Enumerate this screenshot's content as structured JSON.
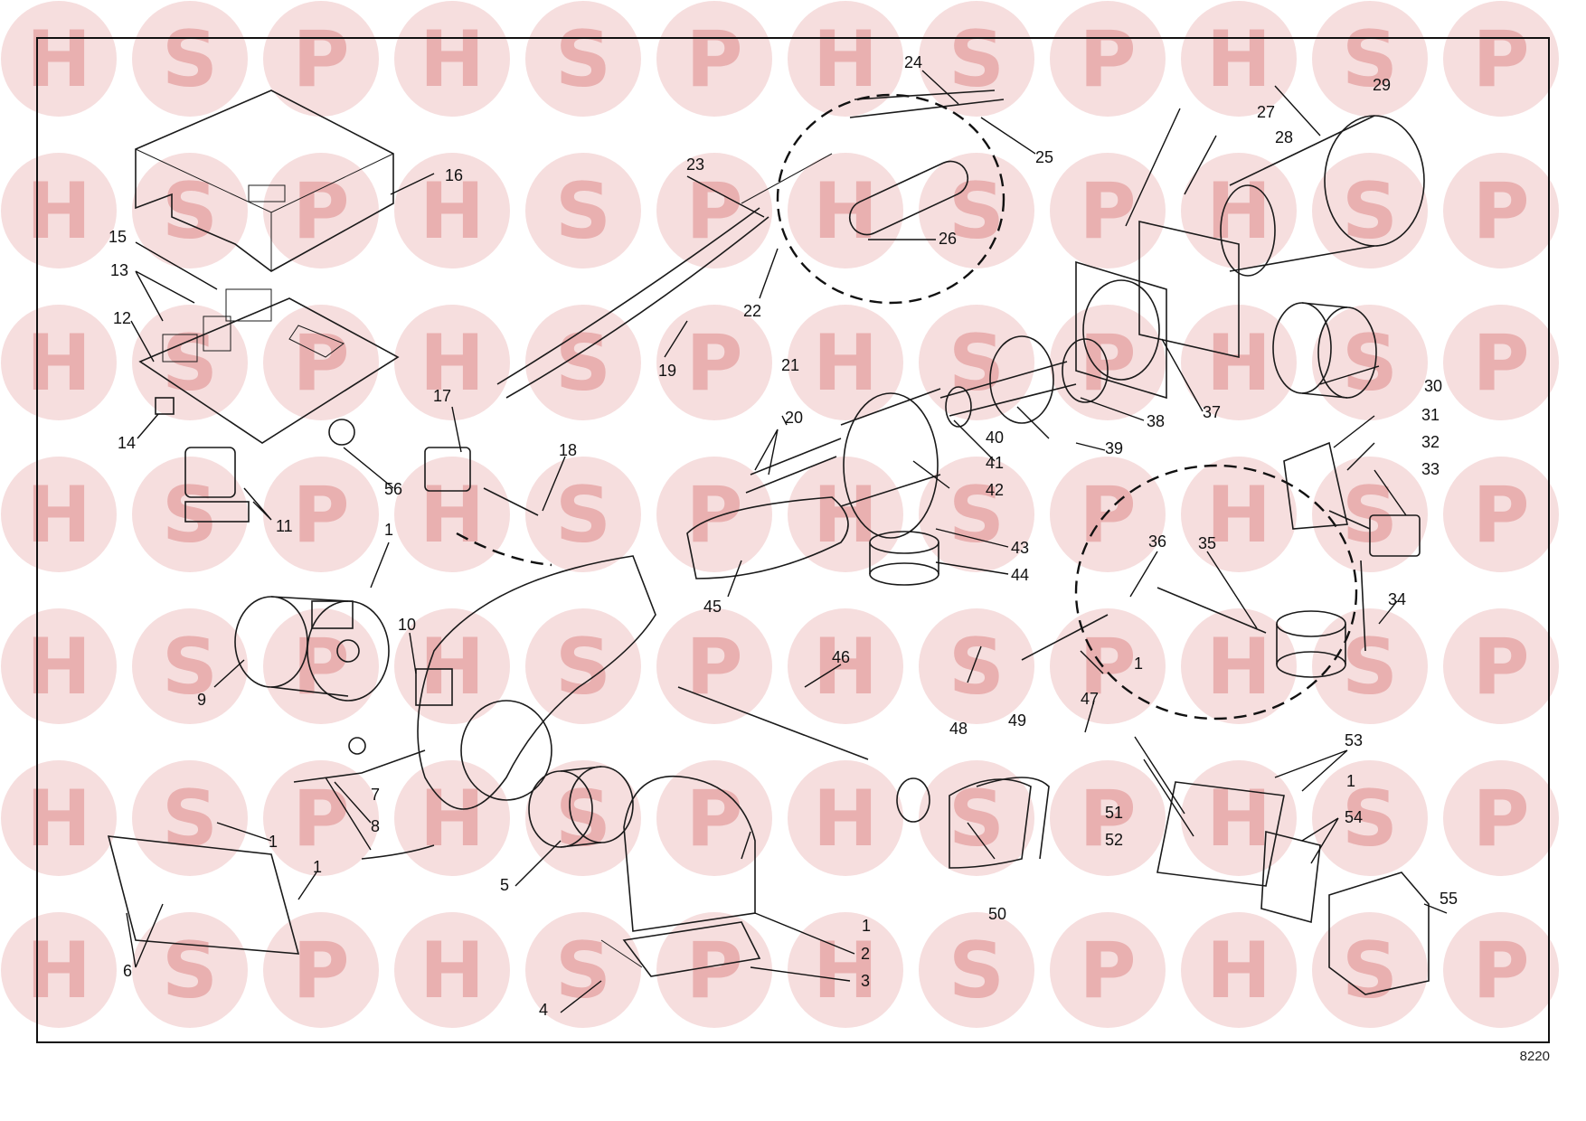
{
  "watermark": {
    "letters": [
      "H",
      "S",
      "P"
    ],
    "circle_color": "#f6dede",
    "letter_color": "#e9b0b0",
    "rows": 7,
    "cols": 12
  },
  "drawing_number": "8220",
  "labels": [
    "1",
    "2",
    "3",
    "4",
    "5",
    "6",
    "7",
    "8",
    "9",
    "10",
    "11",
    "12",
    "13",
    "14",
    "15",
    "16",
    "17",
    "18",
    "19",
    "20",
    "21",
    "22",
    "23",
    "24",
    "25",
    "26",
    "27",
    "28",
    "29",
    "30",
    "31",
    "32",
    "33",
    "34",
    "35",
    "36",
    "37",
    "38",
    "39",
    "40",
    "41",
    "42",
    "43",
    "44",
    "45",
    "46",
    "47",
    "48",
    "49",
    "50",
    "51",
    "52",
    "53",
    "54",
    "55",
    "56"
  ]
}
